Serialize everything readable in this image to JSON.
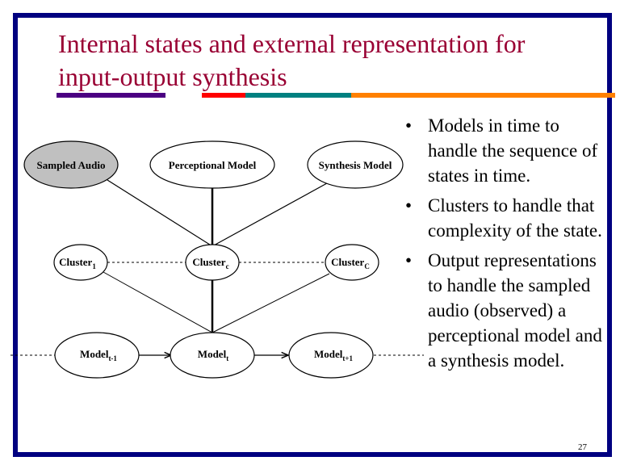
{
  "slide": {
    "title_lines": [
      "Internal states and external representation for",
      "input-output synthesis"
    ],
    "page_number": "27",
    "colors": {
      "frame": "#000080",
      "title": "#990033",
      "bar_purple": "#4b0082",
      "bar_red": "#ff0000",
      "bar_teal": "#008080",
      "bar_orange": "#ff8000",
      "observed_node_fill": "#c0c0c0"
    }
  },
  "diagram": {
    "top_nodes": [
      {
        "label": "Sampled Audio",
        "observed": true
      },
      {
        "label": "Perceptional Model",
        "observed": false
      },
      {
        "label": "Synthesis Model",
        "observed": false
      }
    ],
    "cluster_nodes": [
      {
        "label": "Cluster",
        "subscript": "1"
      },
      {
        "label": "Cluster",
        "subscript": "c"
      },
      {
        "label": "Cluster",
        "subscript": "C"
      }
    ],
    "model_nodes": [
      {
        "label": "Model",
        "subscript": "t-1"
      },
      {
        "label": "Model",
        "subscript": "t"
      },
      {
        "label": "Model",
        "subscript": "t+1"
      }
    ]
  },
  "bullets": [
    {
      "bullet_icon": "•",
      "text": "Models in time to handle the sequence of states in time."
    },
    {
      "bullet_icon": "•",
      "text": "Clusters to handle that complexity of the state."
    },
    {
      "bullet_icon": "•",
      "text": "Output representations to handle the sampled audio (observed) a perceptional model and a synthesis model."
    }
  ]
}
